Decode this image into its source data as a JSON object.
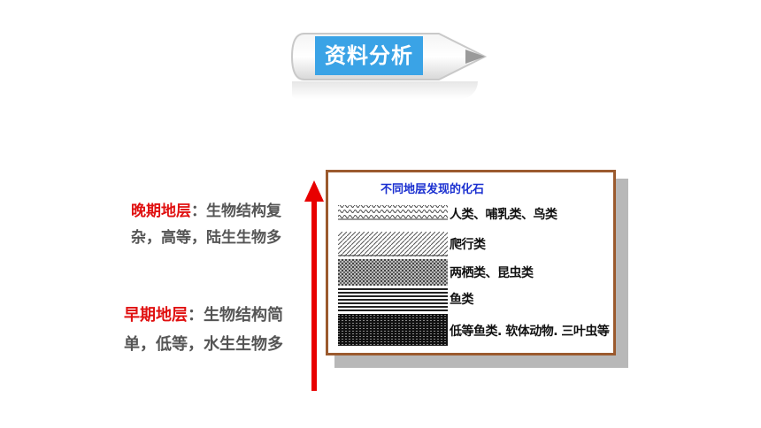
{
  "banner": {
    "title": "资料分析"
  },
  "notes": {
    "late": {
      "keyword": "晚期地层",
      "text": "：生物结构复杂，高等，陆生生物多"
    },
    "early": {
      "keyword": "早期地层",
      "text": "：生物结构简单，低等，水生生物多"
    }
  },
  "figure": {
    "title": "不同地层发现的化石",
    "strata": [
      {
        "label": "人类、哺乳类、鸟类"
      },
      {
        "label": "爬行类"
      },
      {
        "label": "两栖类、昆虫类"
      },
      {
        "label": "鱼类"
      },
      {
        "label": "低等鱼类. 软体动物. 三叶虫等"
      }
    ]
  },
  "colors": {
    "accent_blue": "#3aa3e6",
    "keyword_red": "#e01010",
    "frame_brown": "#9b5a2e",
    "figure_title_blue": "#1a2fd0"
  },
  "icons": {
    "arrow": "up-arrow-icon",
    "banner": "pencil-banner-icon"
  }
}
